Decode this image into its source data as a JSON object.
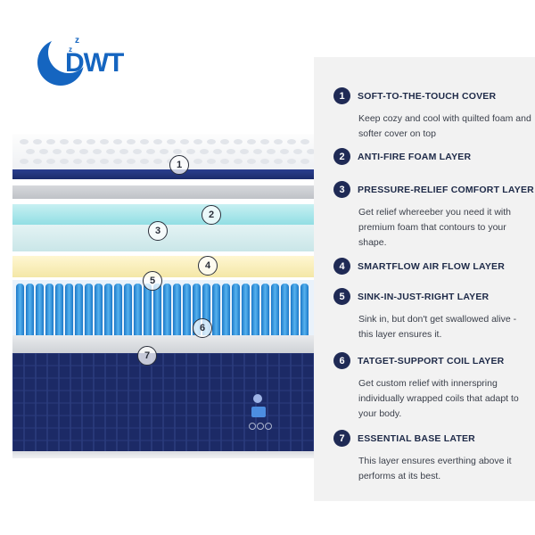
{
  "brand": {
    "logo_text": "DWT",
    "logo_icon": "moon-zzz-icon",
    "color": "#1565c0"
  },
  "layers": [
    {
      "number": "1",
      "title": "SOFT-TO-THE-TOUCH COVER",
      "description": "Keep cozy and cool with quilted foam and softer cover on top"
    },
    {
      "number": "2",
      "title": "ANTI-FIRE FOAM LAYER",
      "description": ""
    },
    {
      "number": "3",
      "title": "PRESSURE-RELIEF COMFORT LAYER",
      "description": "Get relief whereeber you need it with premium foam that contours to your shape."
    },
    {
      "number": "4",
      "title": "SMARTFLOW AIR FLOW LAYER",
      "description": ""
    },
    {
      "number": "5",
      "title": "SINK-IN-JUST-RIGHT LAYER",
      "description": "Sink in, but don't get swallowed alive - this layer ensures it."
    },
    {
      "number": "6",
      "title": "TATGET-SUPPORT COIL LAYER",
      "description": "Get custom relief with innerspring individually wrapped coils that adapt to your body."
    },
    {
      "number": "7",
      "title": "ESSENTIAL BASE LATER",
      "description": "This layer ensures everthing above it performs at its best."
    }
  ],
  "colors": {
    "badge": "#1f2a55",
    "base": "#1c2a66",
    "coil": "#3a96dd",
    "comfort": "#8fdde3",
    "airflow": "#f4e7a6"
  }
}
